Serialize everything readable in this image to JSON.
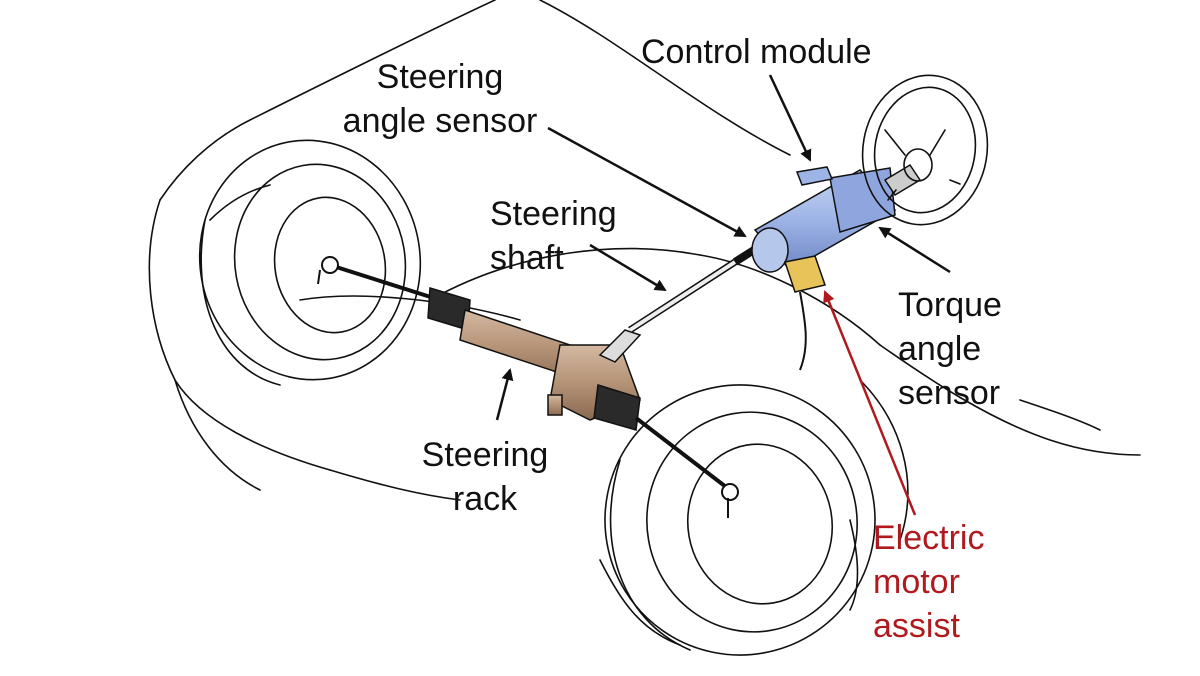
{
  "labels": {
    "control_module": "Control module",
    "steering_angle_sensor": [
      "Steering",
      "angle sensor"
    ],
    "steering_shaft": [
      "Steering",
      "shaft"
    ],
    "torque_angle_sensor": [
      "Torque",
      "angle",
      "sensor"
    ],
    "steering_rack": [
      "Steering",
      "rack"
    ],
    "electric_motor_assist": [
      "Electric",
      "motor",
      "assist"
    ]
  },
  "colors": {
    "label_text": "#111111",
    "highlight_label": "#b01a1e",
    "highlight_arrow": "#b01a1e",
    "steering_column": "#9db4e6",
    "rack_housing": "#b59377",
    "torque_sensor": "#e8c35a",
    "line_art": "#111111"
  },
  "icons": [
    "steering-wheel-icon",
    "wheel-icon",
    "leader-arrow-icon"
  ]
}
